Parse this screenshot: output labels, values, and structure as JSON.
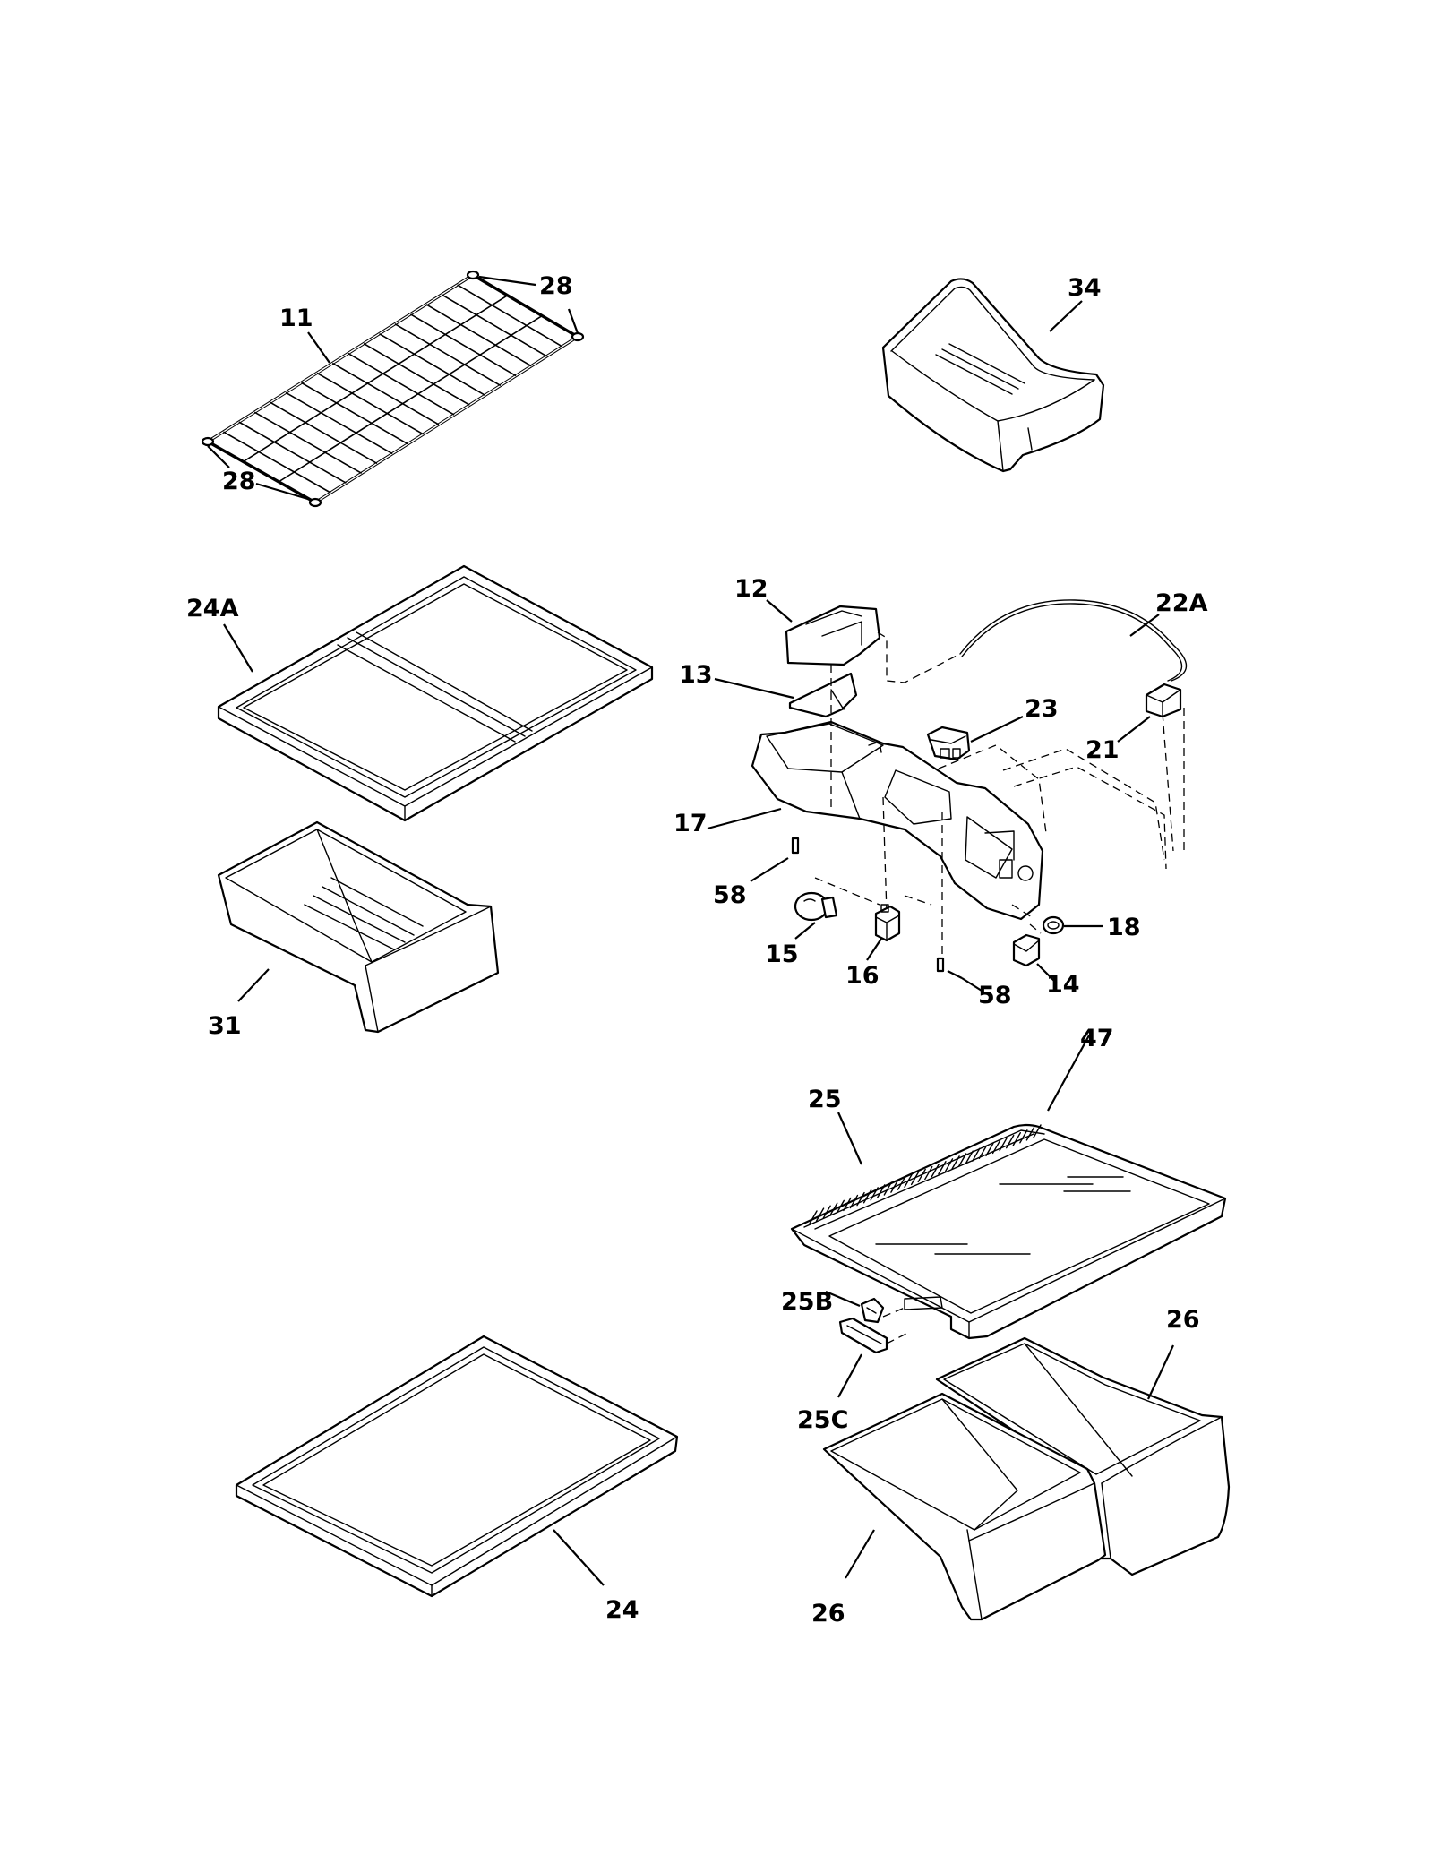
{
  "diagram": {
    "labels": {
      "p11": "11",
      "p12": "12",
      "p13": "13",
      "p14": "14",
      "p15": "15",
      "p16": "16",
      "p17": "17",
      "p18": "18",
      "p21": "21",
      "p22a": "22A",
      "p23": "23",
      "p24": "24",
      "p24a": "24A",
      "p25": "25",
      "p25b": "25B",
      "p25c": "25C",
      "p26_upper": "26",
      "p26_lower": "26",
      "p28_upper": "28",
      "p28_lower": "28",
      "p31": "31",
      "p34": "34",
      "p47": "47",
      "p58_left": "58",
      "p58_right": "58"
    }
  }
}
